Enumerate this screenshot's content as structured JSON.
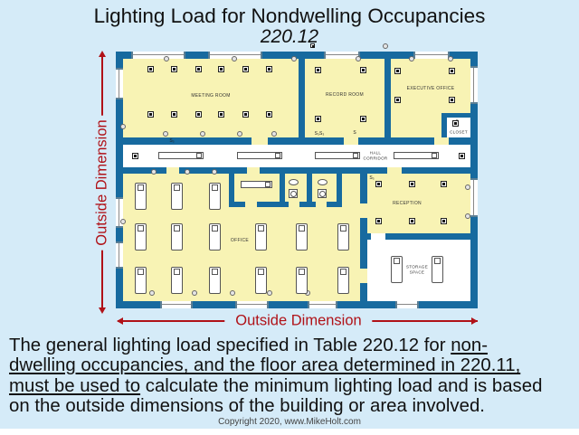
{
  "title": {
    "main": "Lighting Load for Nondwelling Occupancies",
    "section": "220.12"
  },
  "plan": {
    "rooms": {
      "meeting": "MEETING ROOM",
      "record": "RECORD ROOM",
      "executive": "EXECUTIVE OFFICE",
      "closet": "CLOSET",
      "hall_line1": "HALL",
      "hall_line2": "CORRIDOR",
      "office": "OFFICE",
      "reception": "RECEPTION",
      "storage_line1": "STORAGE",
      "storage_line2": "SPACE"
    },
    "switch_labels": {
      "s": "S",
      "s3": "S₃",
      "s3_pair": "S₃S₃"
    },
    "colors": {
      "wall_blue": "#176a9f",
      "room_yellow": "#f8f3b4",
      "corridor_white": "#ffffff",
      "dimension_red": "#b01218",
      "background_blue": "#d5ebf8"
    }
  },
  "dimensions": {
    "left_label": "Outside Dimension",
    "bottom_label": "Outside Dimension"
  },
  "body": {
    "l1a": "The general lighting load specified in Table 220.12 for ",
    "l1b": "non-",
    "l2": "dwelling occupancies, and the floor area determined in 220.11,",
    "l3a": "must be used to",
    "l3b": " calculate the minimum lighting load and is based",
    "l4": "on the outside dimensions of the building or area involved."
  },
  "footer": {
    "copyright": "Copyright 2020, www.MikeHolt.com"
  }
}
